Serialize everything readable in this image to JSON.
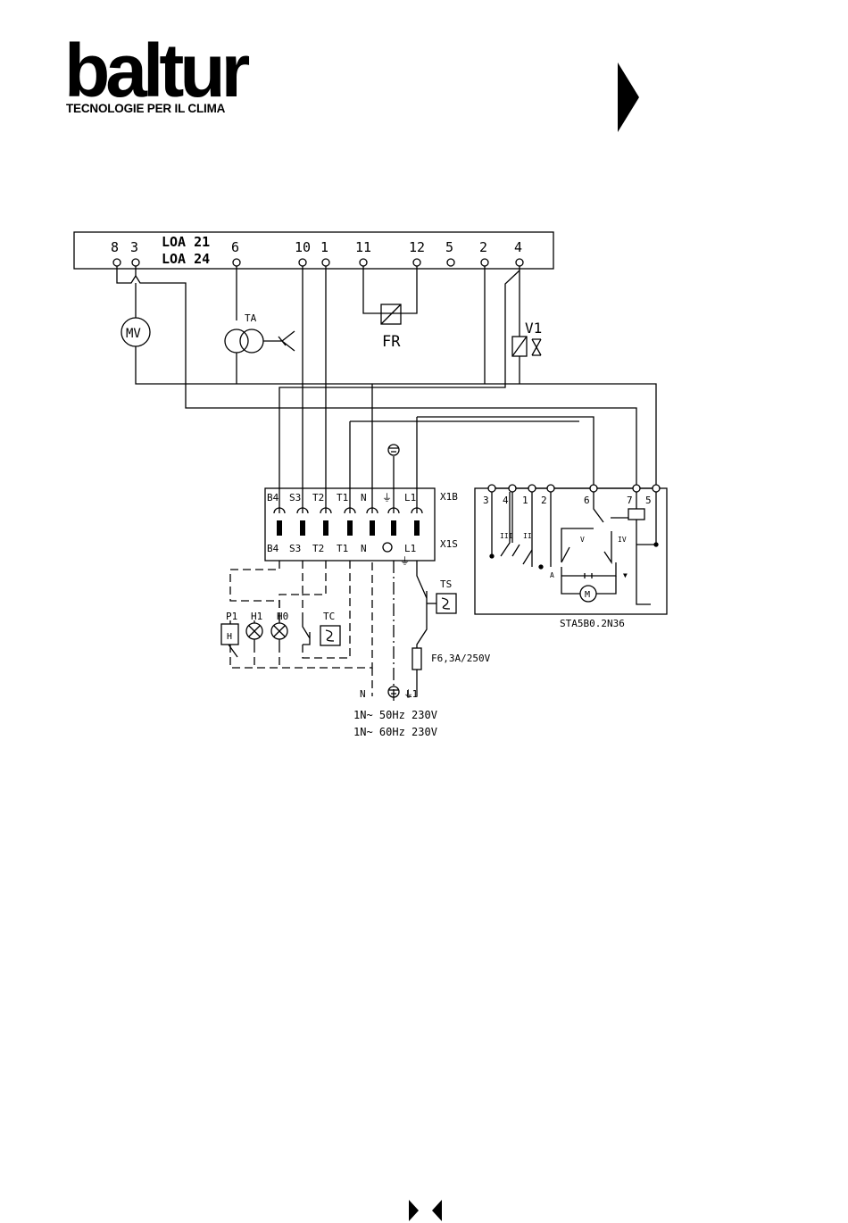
{
  "brand": {
    "name": "baltur",
    "tagline": "TECNOLOGIE PER IL CLIMA"
  },
  "diagram": {
    "controller": {
      "models": [
        "LOA 21",
        "LOA 24"
      ],
      "terminals": [
        "8",
        "3",
        "6",
        "10",
        "1",
        "11",
        "12",
        "5",
        "2",
        "4"
      ]
    },
    "components": {
      "mv": "MV",
      "ta": "TA",
      "fr": "FR",
      "v1": "V1",
      "ts": "TS",
      "tc": "TC",
      "p1": "P1",
      "h1": "H1",
      "h0": "H0",
      "h": "H",
      "motor": "M",
      "fuse": "F6,3A/250V"
    },
    "connector": {
      "plug_top_label": "X1B",
      "plug_bottom_label": "X1S",
      "top_pins": [
        "B4",
        "S3",
        "T2",
        "T1",
        "N",
        "⏚",
        "L1"
      ],
      "bottom_pins": [
        "B4",
        "S3",
        "T2",
        "T1",
        "N",
        "⏚",
        "L1"
      ]
    },
    "actuator": {
      "model": "STA5B0.2N36",
      "terminals": [
        "3",
        "4",
        "1",
        "2",
        "6",
        "7",
        "5"
      ],
      "switches": [
        "III",
        "II",
        "V",
        "IV"
      ],
      "marks": [
        "A",
        "▼"
      ]
    },
    "supply": {
      "terminals": [
        "N",
        "⏚",
        "L1"
      ],
      "lines": [
        "1N~ 50Hz 230V",
        "1N~ 60Hz 230V"
      ]
    }
  }
}
